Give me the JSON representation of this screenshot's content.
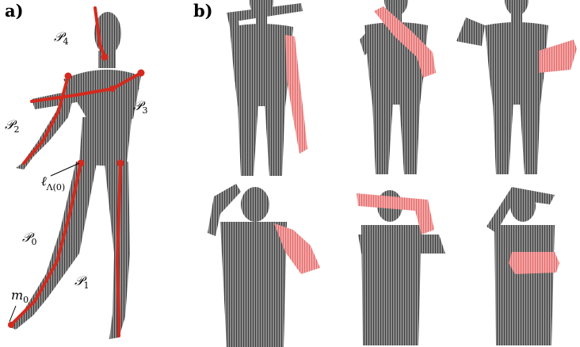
{
  "panel_a": {
    "label": "a)",
    "annotations": {
      "p4": {
        "base": "𝒫",
        "sub": "4"
      },
      "p3": {
        "base": "𝒫",
        "sub": "3"
      },
      "p2": {
        "base": "𝒫",
        "sub": "2"
      },
      "p0": {
        "base": "𝒫",
        "sub": "0"
      },
      "p1": {
        "base": "𝒫",
        "sub": "1"
      },
      "m0": {
        "base": "m",
        "sub": "0"
      },
      "ell": {
        "base": "ℓ",
        "sub": "Λ(0)"
      }
    }
  },
  "panel_b": {
    "label": "b)",
    "poses": [
      "pose-1",
      "pose-2",
      "pose-3",
      "pose-4",
      "pose-5",
      "pose-6"
    ]
  },
  "colors": {
    "body": "#6f6f6f",
    "body_dark": "#4a4a4a",
    "highlight": "#f08a8a",
    "skeleton": "#d42a1e"
  }
}
